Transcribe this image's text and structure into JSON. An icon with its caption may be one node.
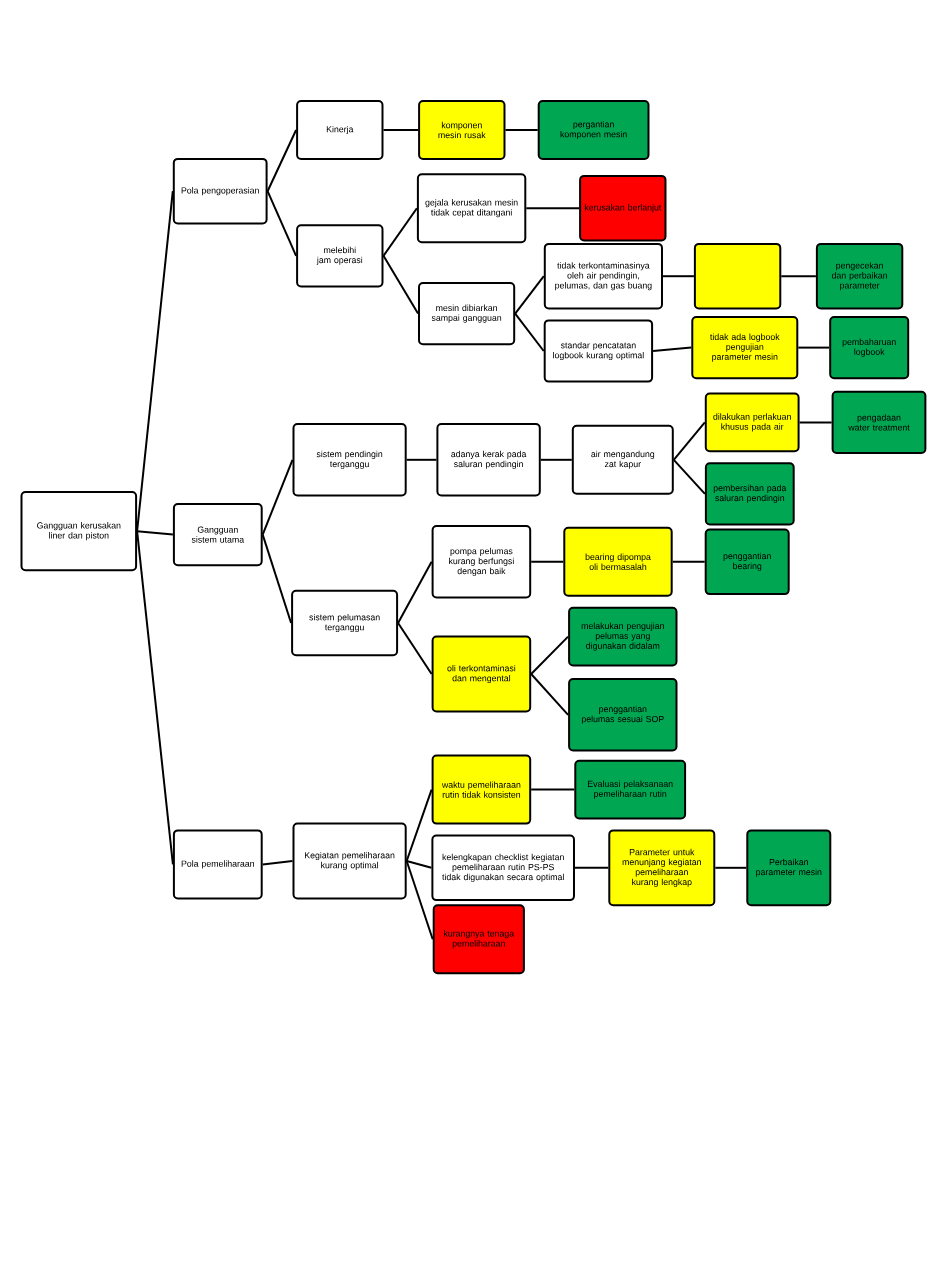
{
  "diagram": {
    "nodes": [
      {
        "text": [
          "Gangguan kerusakan liner dan piston"
        ]
      },
      {
        "text": [
          "Pola pengoperasian"
        ]
      },
      {
        "text": [
          "Gangguan sistem utama"
        ]
      },
      {
        "text": [
          "Pola pemeliharaan"
        ]
      },
      {
        "text": [
          "Kinerja"
        ]
      },
      {
        "text": [
          "melebihi jam operasi"
        ]
      },
      {
        "text": [
          "komponen mesin rusak"
        ]
      },
      {
        "text": [
          "pergantian komponen mesin"
        ]
      },
      {
        "text": [
          "gejala kerusakan mesin tidak cepat ditangani"
        ]
      },
      {
        "text": [
          "kerusakan berlanjut"
        ]
      },
      {
        "text": [
          "mesin dibiarkan sampai gangguan"
        ]
      },
      {
        "text": [
          "tidak terkontaminasinya oleh air pendingin, pelumas, dan gas buang"
        ]
      },
      {
        "text": [
          "standar pencatatan logbook kurang optimal"
        ]
      },
      {
        "text": [],
        "shape": "box"
      },
      {
        "text": [
          "pengecekan dan perbaikan parameter"
        ]
      },
      {
        "text": [
          "tidak ada logbook pengujian parameter mesin"
        ]
      },
      {
        "text": [
          "pembaharuan logbook"
        ]
      },
      {
        "text": [
          "sistem pendingin terganggu"
        ]
      },
      {
        "text": [
          "adanya kerak pada saluran pendingin"
        ]
      },
      {
        "text": [
          "air mengandung zat kapur"
        ]
      },
      {
        "text": [
          "dilakukan perlakuan khusus pada air"
        ]
      },
      {
        "text": [
          "pengadaan water treatment"
        ]
      },
      {
        "text": [
          "pembersihan pada saluran pendingin"
        ]
      },
      {
        "text": [
          "sistem pelumasan terganggu"
        ]
      },
      {
        "text": [
          "pompa pelumas kurang berfungsi dengan baik"
        ]
      },
      {
        "text": [
          "bearing dipompa oli bermasalah"
        ]
      },
      {
        "text": [
          "penggantian bearing"
        ]
      },
      {
        "text": [
          "oli terkontaminasi dan mengental"
        ]
      },
      {
        "text": [
          "melakukan pengujian pelumas yang digunakan didalam"
        ]
      },
      {
        "text": [
          "penggantian pelumas sesuai SOP"
        ]
      },
      {
        "text": [
          "Kegiatan pemeliharaan kurang optimal"
        ]
      },
      {
        "text": [
          "waktu pemeliharaan rutin tidak konsisten"
        ]
      },
      {
        "text": [
          "Evaluasi pelaksanaan pemeliharaan rutin"
        ]
      },
      {
        "text": [
          "kelengkapan checklist kegiatan pemeliharaan rutin PS-PS tidak digunakan secara optimal"
        ]
      },
      {
        "text": [
          "Parameter untuk menunjang kegiatan pemeliharaan kurang lengkap"
        ]
      },
      {
        "text": [
          "Perbaikan parameter mesin"
        ]
      },
      {
        "text": [
          "kurangnya tenaga pemeliharaan"
        ]
      }
    ],
    "edges": [
      {
        "from": 0,
        "to": 1,
        "arrow": "none"
      },
      {
        "from": 0,
        "to": 2,
        "arrow": "none"
      },
      {
        "from": 0,
        "to": 3,
        "arrow": "none"
      },
      {
        "from": 1,
        "to": 4,
        "arrow": "none"
      },
      {
        "from": 1,
        "to": 5,
        "arrow": "none"
      },
      {
        "from": 4,
        "to": 6,
        "arrow": "none"
      },
      {
        "from": 6,
        "to": 7,
        "arrow": "none"
      },
      {
        "from": 5,
        "to": 8,
        "arrow": "none"
      },
      {
        "from": 5,
        "to": 10,
        "arrow": "none"
      },
      {
        "from": 8,
        "to": 9,
        "arrow": "none"
      },
      {
        "from": 10,
        "to": 11,
        "arrow": "none"
      },
      {
        "from": 10,
        "to": 12,
        "arrow": "none"
      },
      {
        "from": 11,
        "to": 13,
        "arrow": "none"
      },
      {
        "from": 13,
        "to": 14,
        "arrow": "none"
      },
      {
        "from": 12,
        "to": 15,
        "arrow": "none"
      },
      {
        "from": 15,
        "to": 16,
        "arrow": "none"
      },
      {
        "from": 2,
        "to": 17,
        "arrow": "none"
      },
      {
        "from": 2,
        "to": 23,
        "arrow": "none"
      },
      {
        "from": 17,
        "to": 18,
        "arrow": "none"
      },
      {
        "from": 18,
        "to": 19,
        "arrow": "none"
      },
      {
        "from": 19,
        "to": 20,
        "arrow": "none"
      },
      {
        "from": 19,
        "to": 22,
        "arrow": "none"
      },
      {
        "from": 20,
        "to": 21,
        "arrow": "none"
      },
      {
        "from": 23,
        "to": 24,
        "arrow": "none"
      },
      {
        "from": 23,
        "to": 27,
        "arrow": "none"
      },
      {
        "from": 24,
        "to": 25,
        "arrow": "none"
      },
      {
        "from": 25,
        "to": 26,
        "arrow": "none"
      },
      {
        "from": 27,
        "to": 28,
        "arrow": "none"
      },
      {
        "from": 27,
        "to": 29,
        "arrow": "none"
      },
      {
        "from": 3,
        "to": 30,
        "arrow": "none"
      },
      {
        "from": 30,
        "to": 31,
        "arrow": "none"
      },
      {
        "from": 30,
        "to": 33,
        "arrow": "none"
      },
      {
        "from": 30,
        "to": 36,
        "arrow": "none"
      },
      {
        "from": 31,
        "to": 32,
        "arrow": "none"
      },
      {
        "from": 33,
        "to": 34,
        "arrow": "none"
      },
      {
        "from": 34,
        "to": 35,
        "arrow": "none"
      }
    ]
  }
}
